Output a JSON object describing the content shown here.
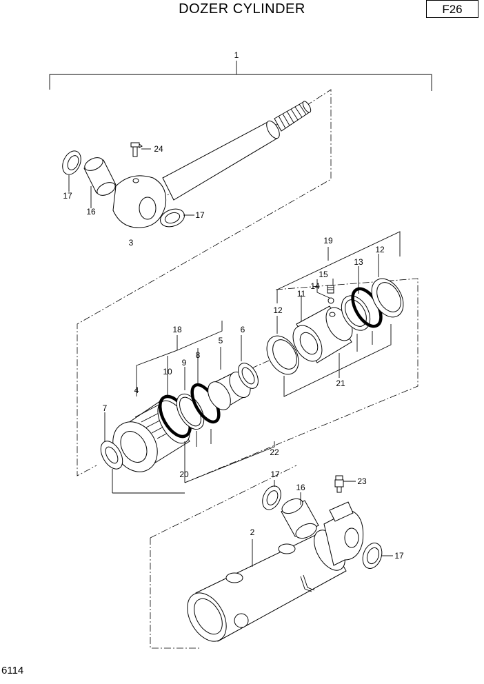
{
  "header": {
    "title": "DOZER CYLINDER",
    "page_ref": "F26"
  },
  "footer": {
    "doc_number": "6114"
  },
  "callouts": {
    "c1": "1",
    "c2": "2",
    "c3": "3",
    "c4": "4",
    "c5": "5",
    "c6": "6",
    "c7": "7",
    "c8": "8",
    "c9": "9",
    "c10": "10",
    "c11": "11",
    "c12a": "12",
    "c12b": "12",
    "c13": "13",
    "c14": "14",
    "c15": "15",
    "c16a": "16",
    "c16b": "16",
    "c17a": "17",
    "c17b": "17",
    "c17c": "17",
    "c17d": "17",
    "c18": "18",
    "c19": "19",
    "c20": "20",
    "c21": "21",
    "c22": "22",
    "c23": "23",
    "c24": "24"
  }
}
